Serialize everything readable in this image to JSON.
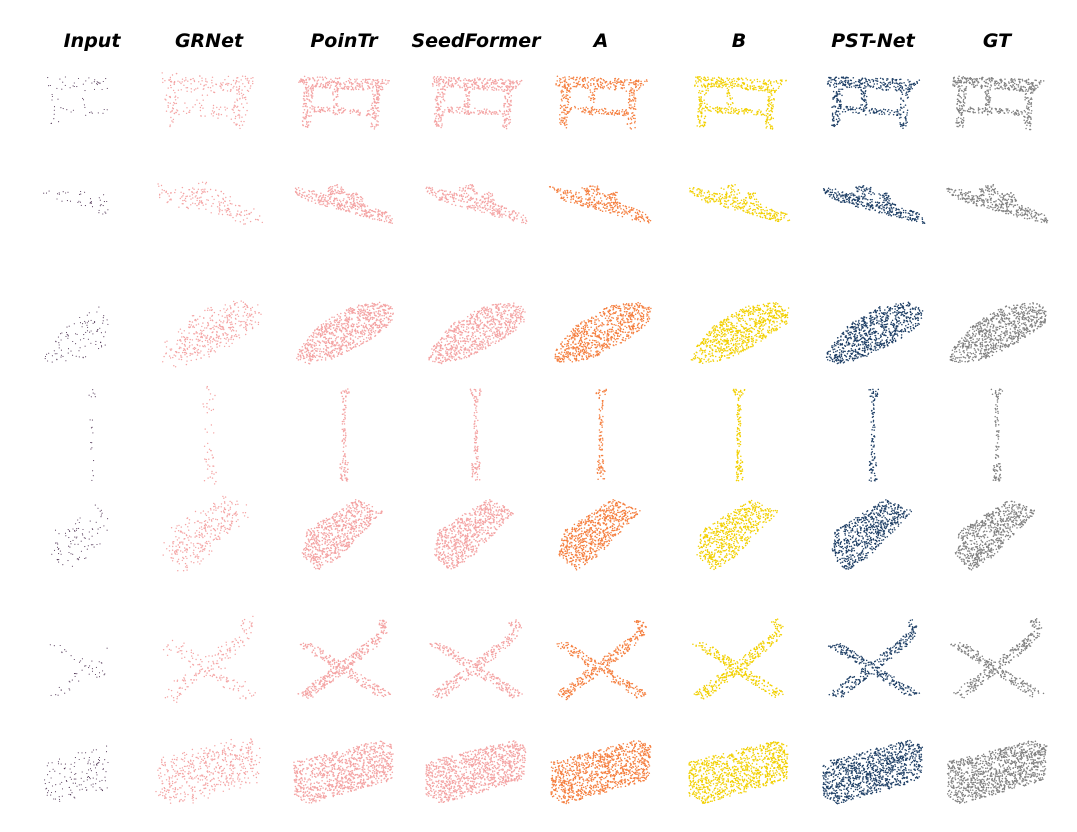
{
  "columns": [
    {
      "key": "input",
      "label": "Input",
      "color": "#4a2d4f",
      "style": "sparse"
    },
    {
      "key": "grnet",
      "label": "GRNet",
      "color": "#f4a3a3",
      "style": "blurry"
    },
    {
      "key": "pointr",
      "label": "PoinTr",
      "color": "#f4a3a3",
      "style": "dense"
    },
    {
      "key": "seedformer",
      "label": "SeedFormer",
      "color": "#f4a3a3",
      "style": "dense"
    },
    {
      "key": "a",
      "label": "A",
      "color": "#f57f3f",
      "style": "dense"
    },
    {
      "key": "b",
      "label": "B",
      "color": "#f2d000",
      "style": "dense"
    },
    {
      "key": "pstnet",
      "label": "PST-Net",
      "color": "#1e3f66",
      "style": "dense"
    },
    {
      "key": "gt",
      "label": "GT",
      "color": "#808080",
      "style": "dense"
    }
  ],
  "rows": [
    {
      "key": "table",
      "object": "table"
    },
    {
      "key": "boat",
      "object": "boat"
    },
    {
      "key": "car",
      "object": "car"
    },
    {
      "key": "lamp",
      "object": "lamp"
    },
    {
      "key": "cabinet",
      "object": "cabinet"
    },
    {
      "key": "airplane",
      "object": "airplane"
    },
    {
      "key": "sofa",
      "object": "sofa"
    }
  ]
}
